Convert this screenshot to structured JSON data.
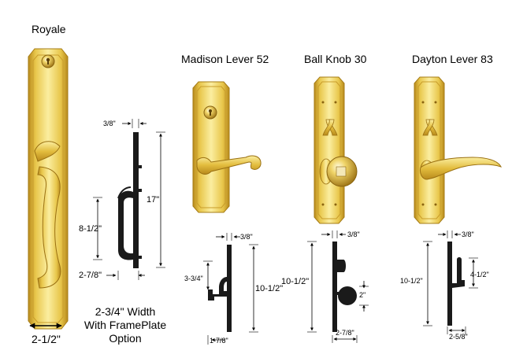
{
  "products": {
    "royale": {
      "title": "Royale",
      "width_label": "2-1/2\"",
      "caption": [
        "2-3/4\" Width",
        "With FramePlate",
        "Option"
      ],
      "dims": {
        "offset": "3/8\"",
        "height": "17\"",
        "grip": "8-1/2\"",
        "projection": "2-7/8\""
      }
    },
    "madison": {
      "title": "Madison Lever 52",
      "dims": {
        "offset": "3/8\"",
        "height": "10-1/2\"",
        "drop": "3-3/4\"",
        "projection": "1-7/8\""
      }
    },
    "ballknob": {
      "title": "Ball Knob 30",
      "dims": {
        "offset": "3/8\"",
        "height": "10-1/2\"",
        "diameter": "2\"",
        "projection": "2-7/8\""
      }
    },
    "dayton": {
      "title": "Dayton Lever 83",
      "dims": {
        "offset": "3/8\"",
        "height": "10-1/2\"",
        "drop": "4-1/2\"",
        "projection": "2-5/8\""
      }
    }
  },
  "colors": {
    "brass": "#e8c64a",
    "brass_light": "#fbeea0",
    "brass_dark": "#b88a1c",
    "drawing": "#1a1a1a"
  }
}
